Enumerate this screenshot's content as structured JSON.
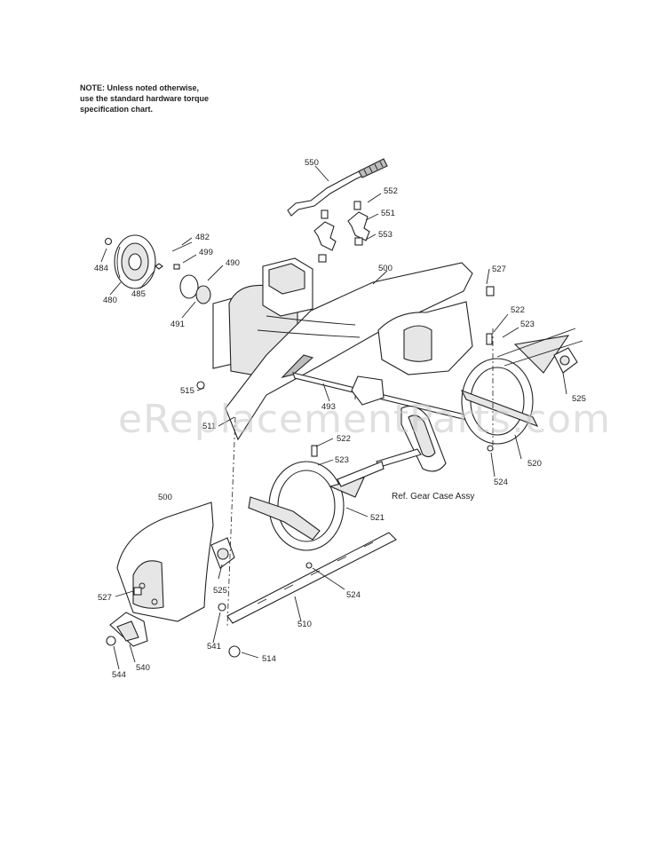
{
  "note": {
    "line1": "NOTE: Unless noted otherwise,",
    "line2": "use the standard hardware torque",
    "line3": "specification chart."
  },
  "watermark": "eReplacementParts.com",
  "reference_label": "Ref. Gear Case Assy",
  "callouts": {
    "p550": "550",
    "p552": "552",
    "p551": "551",
    "p553": "553",
    "p482": "482",
    "p499": "499",
    "p490": "490",
    "p484": "484",
    "p485": "485",
    "p480": "480",
    "p491": "491",
    "p500_top": "500",
    "p527_top": "527",
    "p522_top": "522",
    "p523_top": "523",
    "p525_right": "525",
    "p515": "515",
    "p493": "493",
    "p511": "511",
    "p524_right": "524",
    "p520": "520",
    "p522_mid": "522",
    "p523_mid": "523",
    "p521": "521",
    "p500_left": "500",
    "p525_left": "525",
    "p524_mid": "524",
    "p527_left": "527",
    "p510": "510",
    "p541": "541",
    "p544": "544",
    "p540": "540",
    "p514": "514"
  }
}
